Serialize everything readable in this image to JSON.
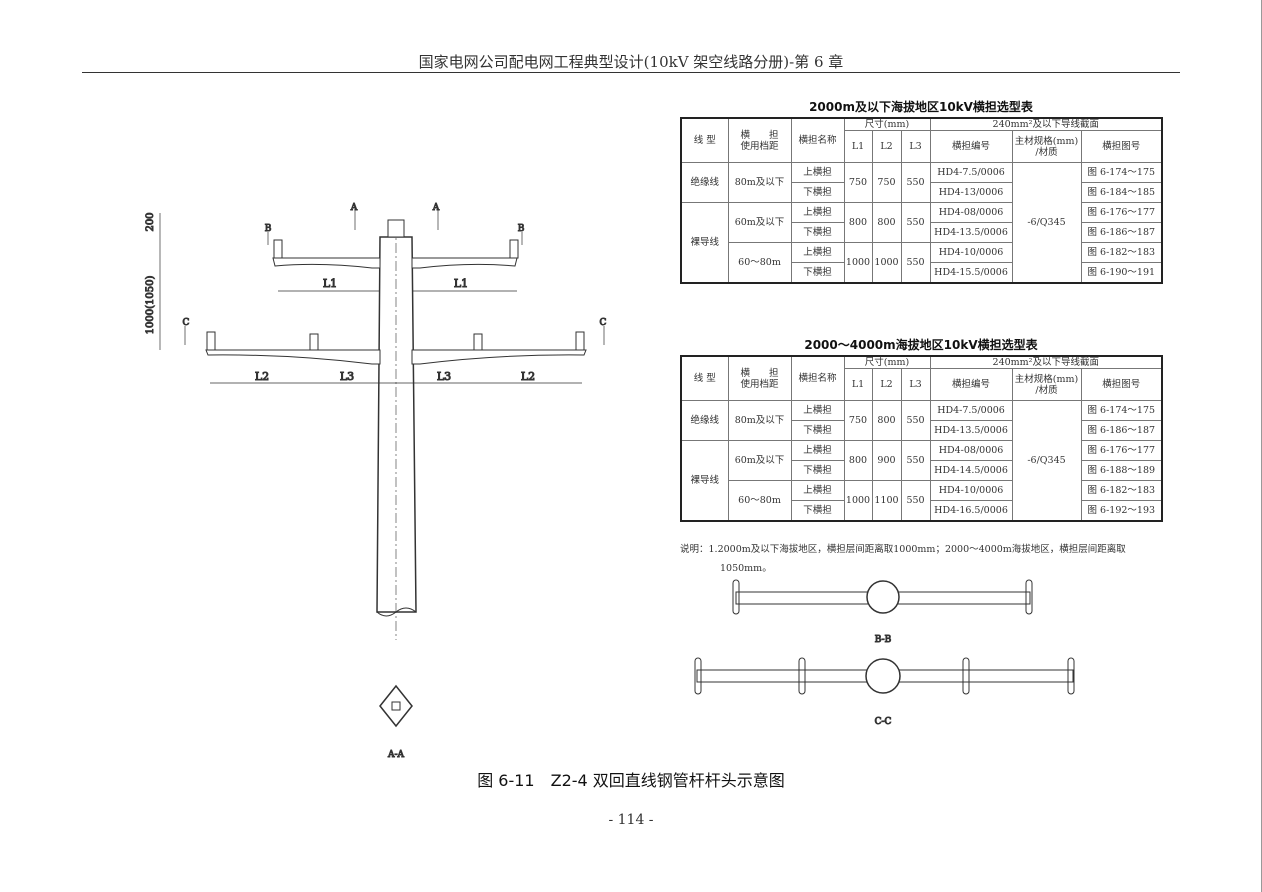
{
  "header": {
    "title": "国家电网公司配电网工程典型设计(10kV 架空线路分册)-第 6 章"
  },
  "drawing": {
    "sec_a": "A",
    "sec_b": "B",
    "sec_c": "C",
    "l1": "L1",
    "l2": "L2",
    "l3": "L3",
    "dim_200": "200",
    "dim_1000": "1000(1050)",
    "view_bb": "B-B",
    "view_cc": "C-C",
    "view_aa": "A-A"
  },
  "tables": [
    {
      "title": "2000m及以下海拔地区10kV横担选型表",
      "h": {
        "type": "线 型",
        "span": "横　　担\n使用档距",
        "name": "横担名称",
        "size": "尺寸(mm)",
        "section": "240mm²及以下导线截面",
        "l1": "L1",
        "l2": "L2",
        "l3": "L3",
        "code": "横担编号",
        "material": "主材规格(mm)\n/材质",
        "fig": "横担图号"
      },
      "groups": [
        {
          "type": "绝缘线",
          "blocks": [
            {
              "span": "80m及以下",
              "l1": "750",
              "l2": "750",
              "l3": "550",
              "rows": [
                {
                  "name": "上横担",
                  "code": "HD4-7.5/0006",
                  "fig": "图 6-174～175"
                },
                {
                  "name": "下横担",
                  "code": "HD4-13/0006",
                  "fig": "图 6-184～185"
                }
              ]
            }
          ]
        },
        {
          "type": "裸导线",
          "blocks": [
            {
              "span": "60m及以下",
              "l1": "800",
              "l2": "800",
              "l3": "550",
              "rows": [
                {
                  "name": "上横担",
                  "code": "HD4-08/0006",
                  "fig": "图 6-176～177"
                },
                {
                  "name": "下横担",
                  "code": "HD4-13.5/0006",
                  "fig": "图 6-186～187"
                }
              ]
            },
            {
              "span": "60～80m",
              "l1": "1000",
              "l2": "1000",
              "l3": "550",
              "rows": [
                {
                  "name": "上横担",
                  "code": "HD4-10/0006",
                  "fig": "图 6-182～183"
                },
                {
                  "name": "下横担",
                  "code": "HD4-15.5/0006",
                  "fig": "图 6-190～191"
                }
              ]
            }
          ]
        }
      ],
      "material": "-6/Q345"
    },
    {
      "title": "2000～4000m海拔地区10kV横担选型表",
      "h": {
        "type": "线 型",
        "span": "横　　担\n使用档距",
        "name": "横担名称",
        "size": "尺寸(mm)",
        "section": "240mm²及以下导线截面",
        "l1": "L1",
        "l2": "L2",
        "l3": "L3",
        "code": "横担编号",
        "material": "主材规格(mm)\n/材质",
        "fig": "横担图号"
      },
      "groups": [
        {
          "type": "绝缘线",
          "blocks": [
            {
              "span": "80m及以下",
              "l1": "750",
              "l2": "800",
              "l3": "550",
              "rows": [
                {
                  "name": "上横担",
                  "code": "HD4-7.5/0006",
                  "fig": "图 6-174～175"
                },
                {
                  "name": "下横担",
                  "code": "HD4-13.5/0006",
                  "fig": "图 6-186～187"
                }
              ]
            }
          ]
        },
        {
          "type": "裸导线",
          "blocks": [
            {
              "span": "60m及以下",
              "l1": "800",
              "l2": "900",
              "l3": "550",
              "rows": [
                {
                  "name": "上横担",
                  "code": "HD4-08/0006",
                  "fig": "图 6-176～177"
                },
                {
                  "name": "下横担",
                  "code": "HD4-14.5/0006",
                  "fig": "图 6-188～189"
                }
              ]
            },
            {
              "span": "60～80m",
              "l1": "1000",
              "l2": "1100",
              "l3": "550",
              "rows": [
                {
                  "name": "上横担",
                  "code": "HD4-10/0006",
                  "fig": "图 6-182～183"
                },
                {
                  "name": "下横担",
                  "code": "HD4-16.5/0006",
                  "fig": "图 6-192～193"
                }
              ]
            }
          ]
        }
      ],
      "material": "-6/Q345"
    }
  ],
  "note": {
    "line1": "说明：1.2000m及以下海拔地区，横担层间距离取1000mm；2000～4000m海拔地区，横担层间距离取",
    "line2": "1050mm。"
  },
  "caption": "图 6-11　Z2-4 双回直线钢管杆杆头示意图",
  "page_number": "- 114 -"
}
